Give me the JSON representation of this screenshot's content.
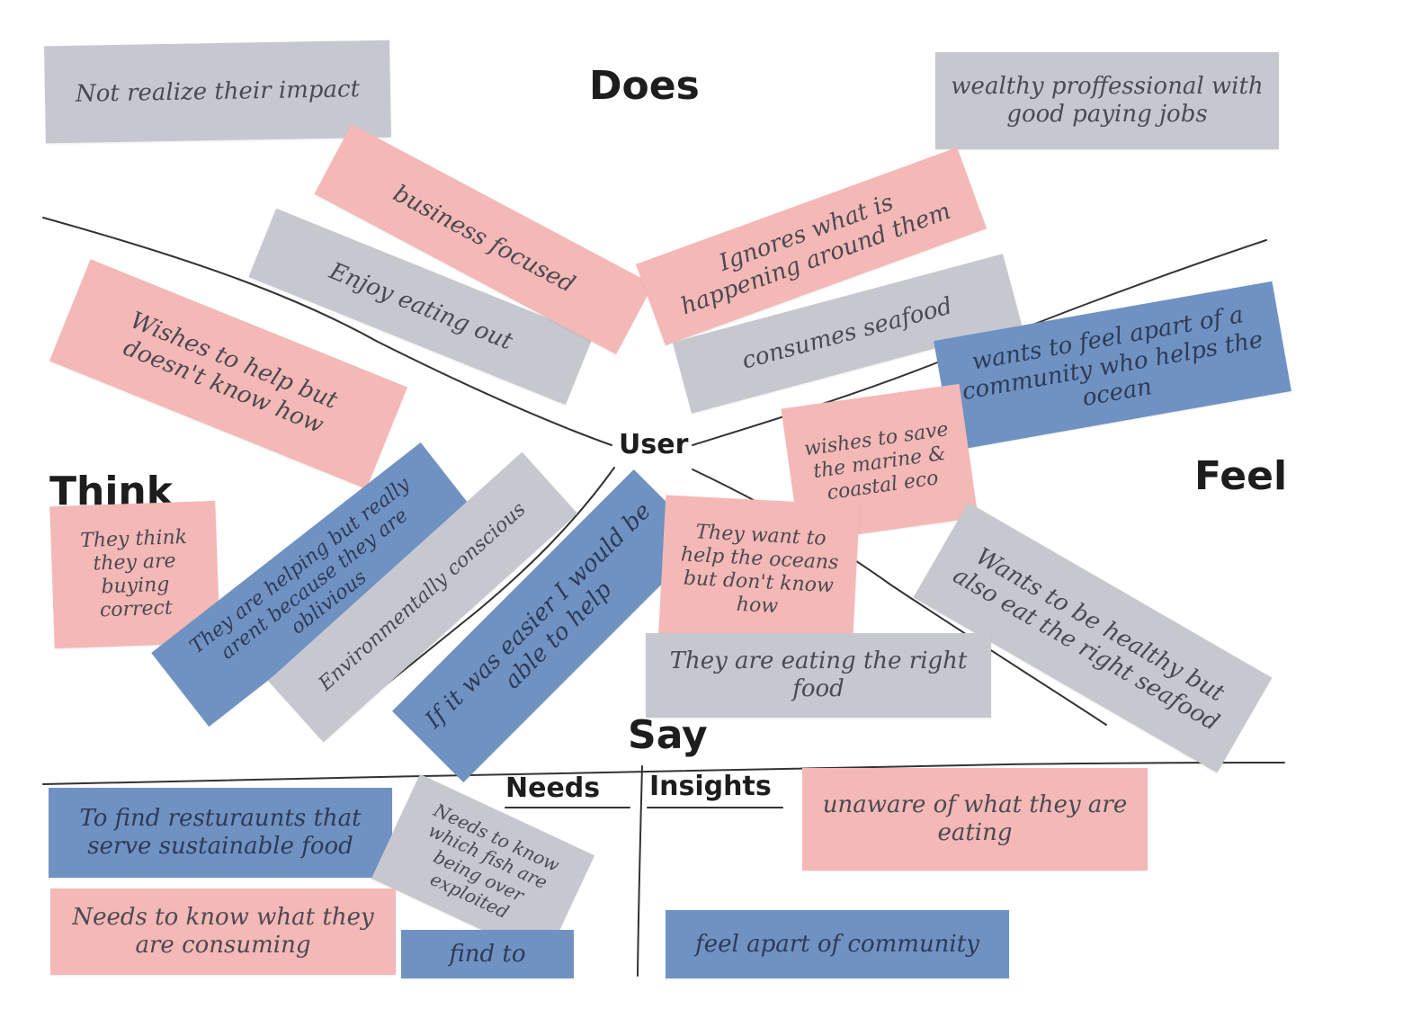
{
  "colors": {
    "pink": "#f4b8b6",
    "blue": "#6f92c3",
    "grey": "#c7c8cf",
    "ink": "#1d1d1d"
  },
  "labels": {
    "does": "Does",
    "think": "Think",
    "feel": "Feel",
    "say": "Say",
    "user": "User",
    "needs": "Needs",
    "insights": "Insights"
  },
  "notes": {
    "not_realize": "Not realize their impact",
    "wealthy": "wealthy proffessional with good paying jobs",
    "business": "business focused",
    "enjoy": "Enjoy eating out",
    "ignores": "Ignores what is happening around them",
    "consumes": "consumes seafood",
    "wishes_help": "Wishes to help but doesn't know how",
    "wants_community": "wants to feel apart of a community who helps the ocean",
    "wishes_save": "wishes to save the marine & coastal eco",
    "they_think": "They think they are buying correct",
    "helping": "They are helping but really arent because they are oblivious",
    "environ": "Environmentally conscious",
    "if_easier": "If it was easier I would be able to help",
    "want_help": "They want to help the oceans but don't know how",
    "healthy": "Wants to be healthy but also eat the right seafood",
    "eating_right": "They are eating the right food",
    "resturants": "To find resturaunts that serve sustainable food",
    "which_fish": "Needs to know which fish are being over exploited",
    "know_consuming": "Needs to know what they are consuming",
    "find_to": "find to",
    "unaware": "unaware of what they are eating",
    "feel_community": "feel apart of community"
  }
}
